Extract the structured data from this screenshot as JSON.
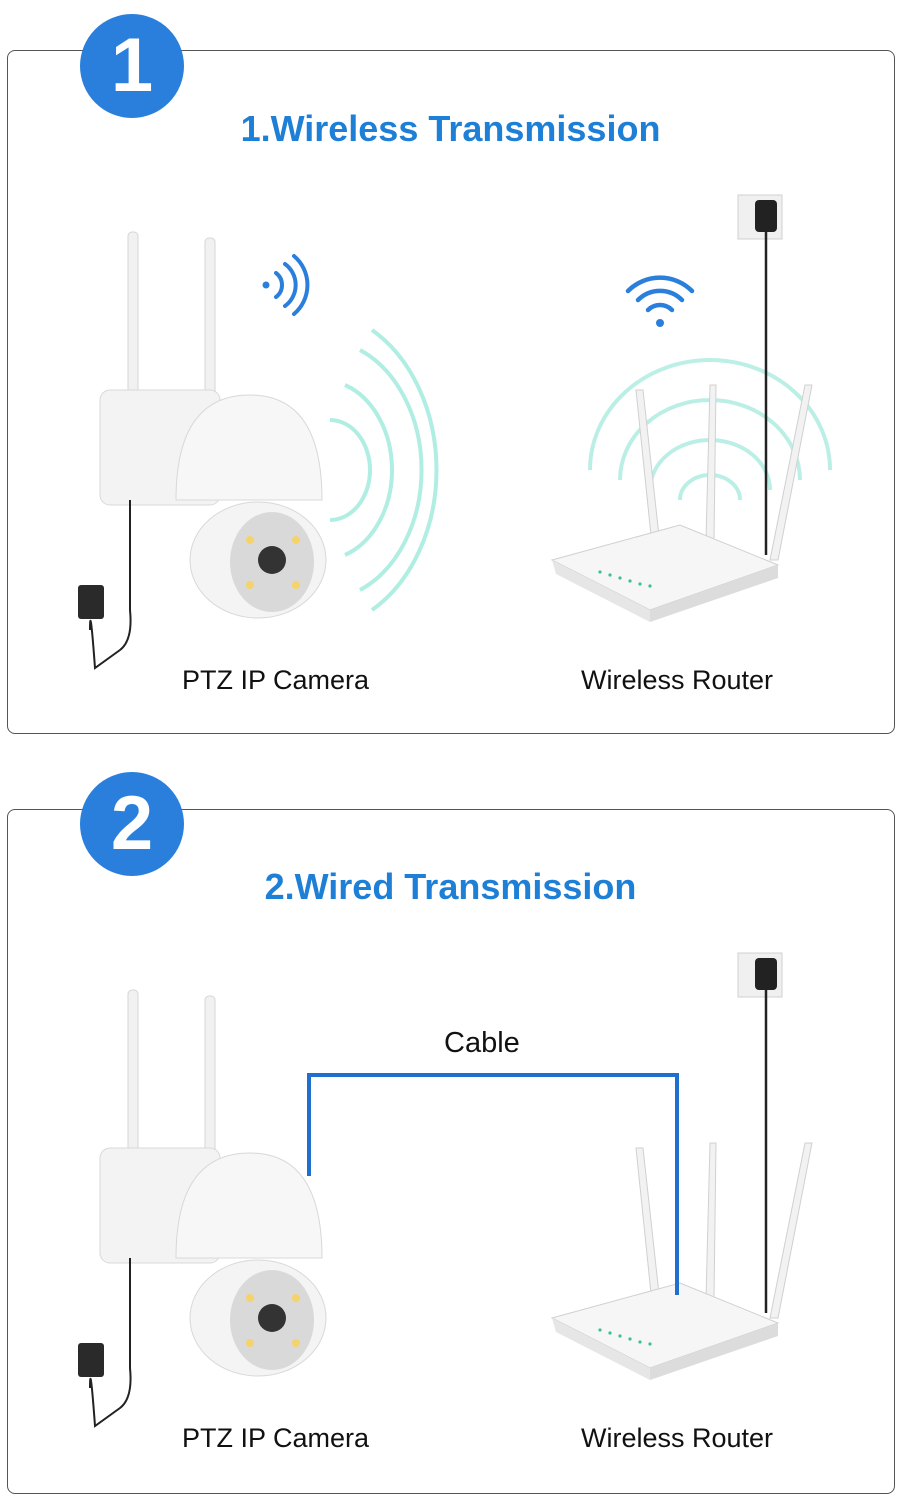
{
  "sections": [
    {
      "badge": "1",
      "title": "1.Wireless Transmission",
      "camera_label": "PTZ IP Camera",
      "router_label": "Wireless Router",
      "icons": [
        "wifi-signal-icon",
        "wifi-icon"
      ]
    },
    {
      "badge": "2",
      "title": "2.Wired Transmission",
      "camera_label": "PTZ IP Camera",
      "router_label": "Wireless Router",
      "cable_label": "Cable"
    }
  ],
  "colors": {
    "accent": "#2a7fdc",
    "title": "#1e7fd6",
    "cable": "#1f6fd0",
    "wave": "#7fe0d0"
  }
}
